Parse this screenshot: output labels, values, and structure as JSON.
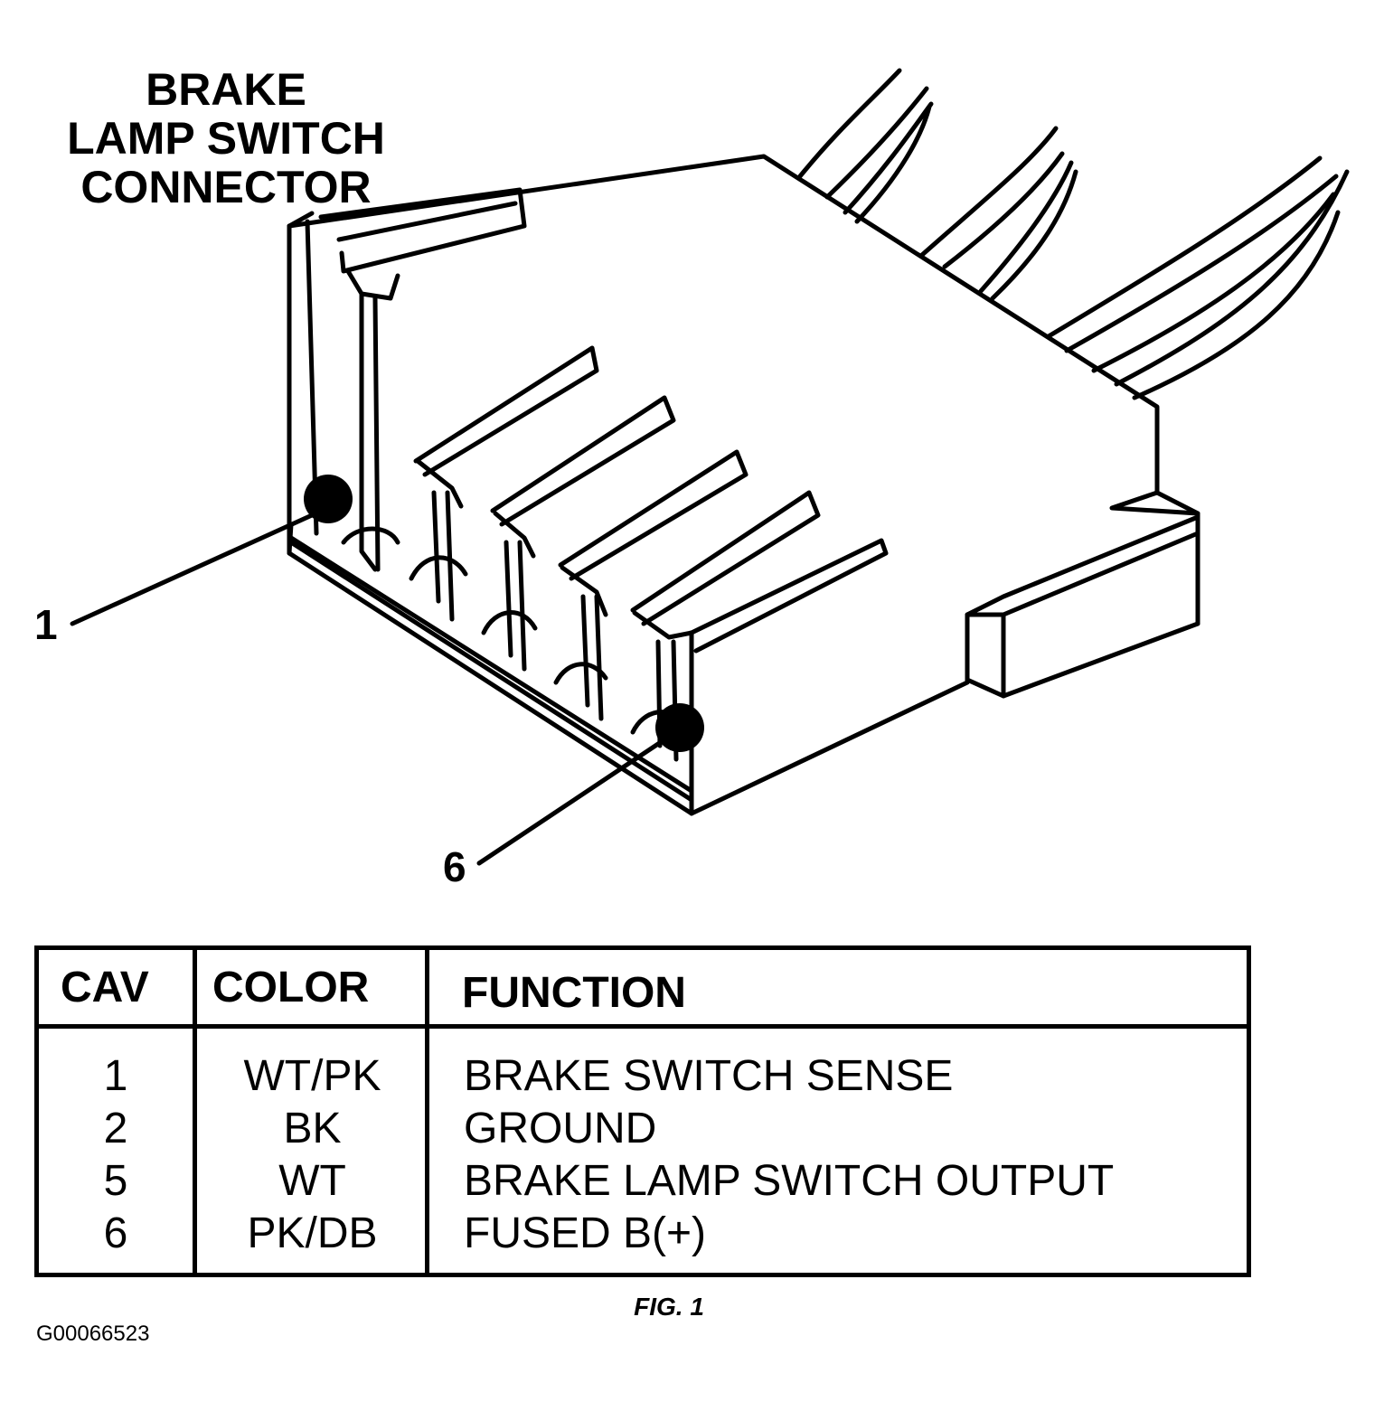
{
  "title": {
    "line1": "BRAKE",
    "line2": "LAMP SWITCH",
    "line3": "CONNECTOR"
  },
  "callouts": {
    "pin_first": "1",
    "pin_last": "6"
  },
  "table": {
    "headers": {
      "cav": "CAV",
      "color": "COLOR",
      "function": "FUNCTION"
    },
    "rows": [
      {
        "cav": "1",
        "color": "WT/PK",
        "function": "BRAKE SWITCH SENSE"
      },
      {
        "cav": "2",
        "color": "BK",
        "function": "GROUND"
      },
      {
        "cav": "5",
        "color": "WT",
        "function": "BRAKE LAMP SWITCH OUTPUT"
      },
      {
        "cav": "6",
        "color": "PK/DB",
        "function": "FUSED B(+)"
      }
    ]
  },
  "figure_label": "FIG. 1",
  "image_code": "G00066523",
  "icons": {
    "connector": "brake-lamp-switch-connector-drawing"
  }
}
